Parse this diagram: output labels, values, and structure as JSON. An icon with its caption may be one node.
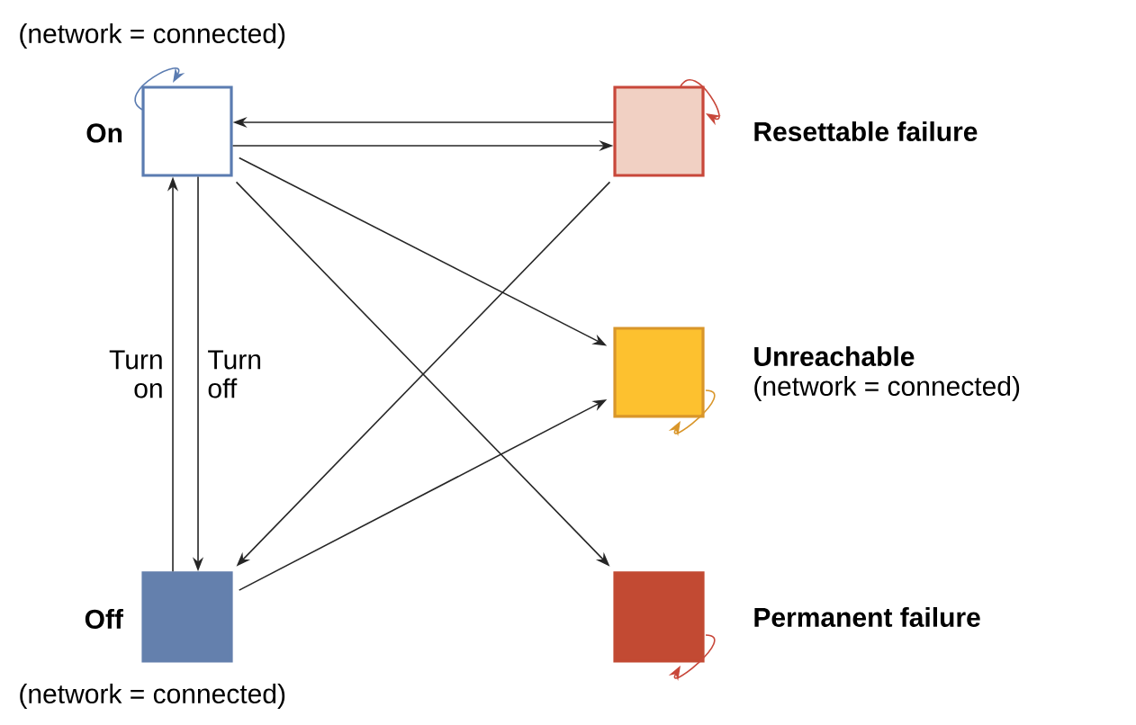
{
  "diagram": {
    "nodes": [
      {
        "text": [
          "On"
        ],
        "beside": [
          "(network = connected)"
        ]
      },
      {
        "text": [
          "Resettable failure"
        ]
      },
      {
        "text": [
          "Unreachable"
        ],
        "beside": [
          "(network = connected)"
        ]
      },
      {
        "text": [
          "Off"
        ],
        "beside": [
          "(network = connected)"
        ]
      },
      {
        "text": [
          "Permanent failure"
        ]
      }
    ],
    "edges": [
      {
        "from": 0,
        "to": 0,
        "arrow": "to",
        "color": "#5b7cb1"
      },
      {
        "from": 1,
        "to": 1,
        "arrow": "to",
        "color": "#c8473a"
      },
      {
        "from": 2,
        "to": 2,
        "arrow": "to",
        "color": "#d9962a"
      },
      {
        "from": 4,
        "to": 4,
        "arrow": "to",
        "color": "#c8473a"
      },
      {
        "from": 1,
        "to": 0,
        "arrow": "to"
      },
      {
        "from": 0,
        "to": 1,
        "arrow": "to"
      },
      {
        "from": 0,
        "to": 2,
        "arrow": "to"
      },
      {
        "from": 0,
        "to": 4,
        "arrow": "to"
      },
      {
        "from": 1,
        "to": 3,
        "arrow": "to"
      },
      {
        "from": 3,
        "to": 2,
        "arrow": "to"
      },
      {
        "from": 3,
        "to": 0,
        "arrow": "to",
        "label": "Turn on"
      },
      {
        "from": 0,
        "to": 3,
        "arrow": "to",
        "label": "Turn off"
      }
    ]
  }
}
